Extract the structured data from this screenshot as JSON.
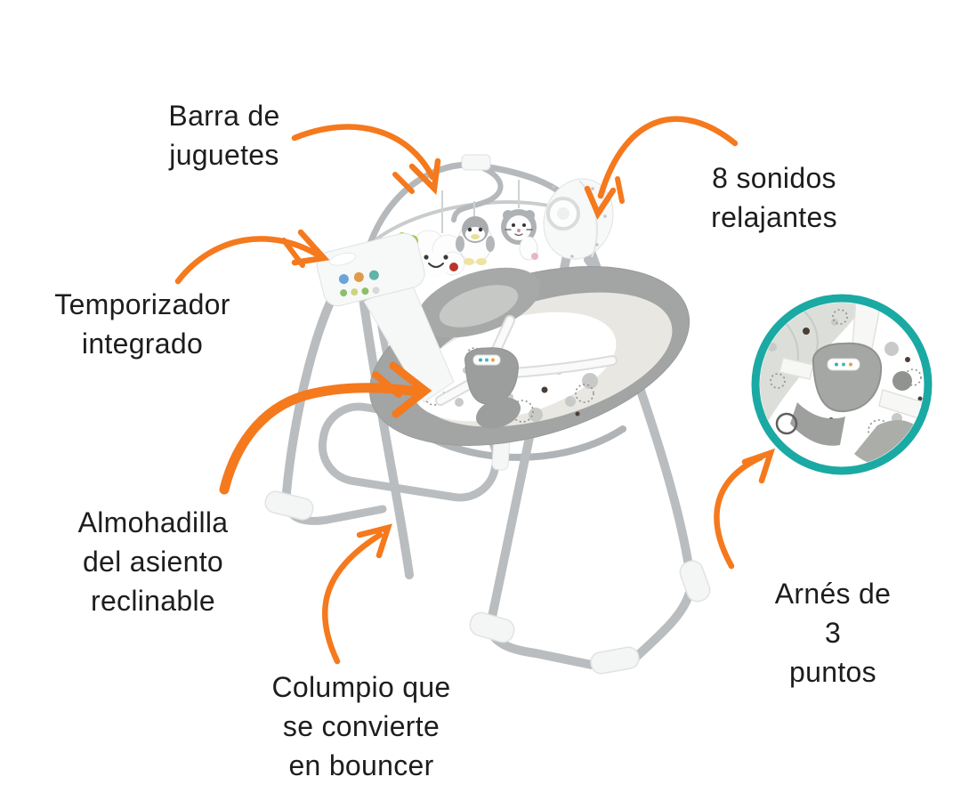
{
  "theme": {
    "background": "#ffffff",
    "text_color": "#1d1d1d",
    "arrow_color": "#f5791d",
    "inset_ring_color": "#1ba9a3",
    "frame_gray": "#b9bdbf",
    "fabric_gray": "#a2a5a3"
  },
  "callouts": {
    "toy_bar": {
      "text": "Barra de\njuguetes"
    },
    "sounds": {
      "text": "8 sonidos\nrelajantes"
    },
    "timer": {
      "text": "Temporizador\nintegrado"
    },
    "seat_pad": {
      "text": "Almohadilla\ndel asiento\nreclinable"
    },
    "swing_bouncer": {
      "text": "Columpio que\nse convierte\nen bouncer"
    },
    "harness": {
      "text": "Arnés de 3\npuntos"
    }
  }
}
